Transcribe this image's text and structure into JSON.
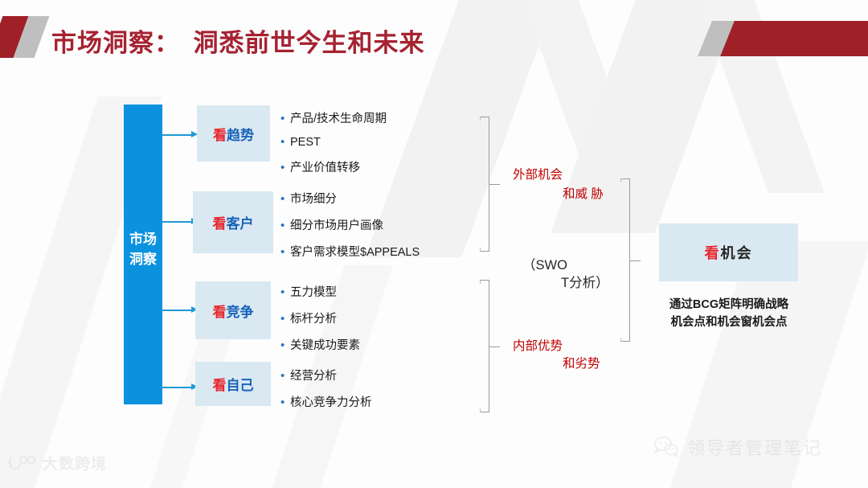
{
  "header": {
    "title": "市场洞察：　洞悉前世今生和未来",
    "accent_red": "#A62231",
    "accent_gray": "#BFBFBF"
  },
  "spine": {
    "label": "市场洞察",
    "color": "#0B92DE"
  },
  "branches": [
    {
      "key": "看",
      "value": "趋势",
      "bullets": [
        "产品/技术生命周期",
        "PEST",
        "产业价值转移"
      ]
    },
    {
      "key": "看",
      "value": "客户",
      "bullets": [
        "市场细分",
        "细分市场用户画像",
        "客户需求模型$APPEALS"
      ]
    },
    {
      "key": "看",
      "value": "竞争",
      "bullets": [
        "五力模型",
        "标杆分析",
        "关键成功要素"
      ]
    },
    {
      "key": "看",
      "value": "自己",
      "bullets": [
        "经营分析",
        "核心竞争力分析"
      ]
    }
  ],
  "annotations": {
    "external_line1": "外部机会",
    "external_line2": "和威 胁",
    "internal_line1": "内部优势",
    "internal_line2": "和劣势",
    "swot_line1": "（SWO",
    "swot_line2": "T分析）",
    "annotation_color": "#C00000"
  },
  "outcome": {
    "key": "看",
    "value": "机会",
    "caption_line1": "通过BCG矩阵明确战略",
    "caption_line2": "机会点和机会窗机会点",
    "box_color": "#DAE8F2"
  },
  "watermarks": {
    "bottom_left": "大数跨境",
    "bottom_right": "领导者管理笔记"
  }
}
